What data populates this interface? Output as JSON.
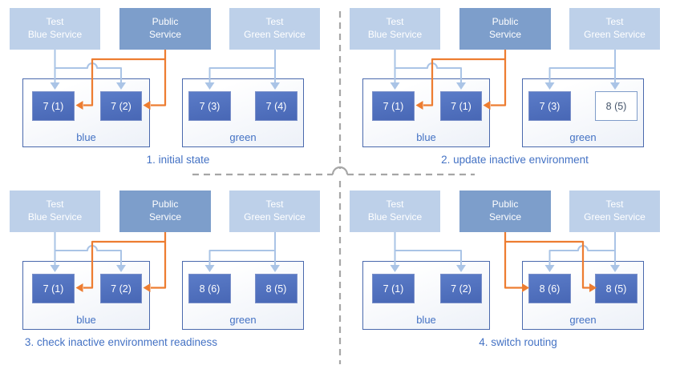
{
  "colors": {
    "accent_blue": "#4472C4",
    "caption_text": "#4472C4",
    "service_light": "#bdd0e9",
    "service_medium": "#7d9ecb",
    "pod_fill": "#4d6fbe",
    "pod_outline_border": "#7f9cc9",
    "pod_outline_text": "#44546A",
    "env_border": "#4a69ad",
    "connector_blue": "#aac4e6",
    "connector_orange": "#ED7D31",
    "divider_gray": "#A6A6A6"
  },
  "quadrants": [
    {
      "caption": "1. initial state",
      "orange_target": "blue",
      "services": [
        {
          "line1": "Test",
          "line2": "Blue Service"
        },
        {
          "line1": "Public",
          "line2": "Service"
        },
        {
          "line1": "Test",
          "line2": "Green Service"
        }
      ],
      "environments": [
        {
          "label": "blue",
          "pods": [
            {
              "label": "7 (1)",
              "filled": true
            },
            {
              "label": "7 (2)",
              "filled": true
            }
          ]
        },
        {
          "label": "green",
          "pods": [
            {
              "label": "7 (3)",
              "filled": true
            },
            {
              "label": "7 (4)",
              "filled": true
            }
          ]
        }
      ]
    },
    {
      "caption": "2. update inactive environment",
      "orange_target": "blue",
      "services": [
        {
          "line1": "Test",
          "line2": "Blue Service"
        },
        {
          "line1": "Public",
          "line2": "Service"
        },
        {
          "line1": "Test",
          "line2": "Green Service"
        }
      ],
      "environments": [
        {
          "label": "blue",
          "pods": [
            {
              "label": "7 (1)",
              "filled": true
            },
            {
              "label": "7 (1)",
              "filled": true
            }
          ]
        },
        {
          "label": "green",
          "pods": [
            {
              "label": "7 (3)",
              "filled": true
            },
            {
              "label": "8 (5)",
              "filled": false
            }
          ]
        }
      ]
    },
    {
      "caption": "3. check inactive environment readiness",
      "orange_target": "blue",
      "services": [
        {
          "line1": "Test",
          "line2": "Blue Service"
        },
        {
          "line1": "Public",
          "line2": "Service"
        },
        {
          "line1": "Test",
          "line2": "Green Service"
        }
      ],
      "environments": [
        {
          "label": "blue",
          "pods": [
            {
              "label": "7 (1)",
              "filled": true
            },
            {
              "label": "7 (2)",
              "filled": true
            }
          ]
        },
        {
          "label": "green",
          "pods": [
            {
              "label": "8 (6)",
              "filled": true
            },
            {
              "label": "8 (5)",
              "filled": true
            }
          ]
        }
      ]
    },
    {
      "caption": "4. switch routing",
      "orange_target": "green",
      "services": [
        {
          "line1": "Test",
          "line2": "Blue Service"
        },
        {
          "line1": "Public",
          "line2": "Service"
        },
        {
          "line1": "Test",
          "line2": "Green Service"
        }
      ],
      "environments": [
        {
          "label": "blue",
          "pods": [
            {
              "label": "7 (1)",
              "filled": true
            },
            {
              "label": "7 (2)",
              "filled": true
            }
          ]
        },
        {
          "label": "green",
          "pods": [
            {
              "label": "8 (6)",
              "filled": true
            },
            {
              "label": "8 (5)",
              "filled": true
            }
          ]
        }
      ]
    }
  ]
}
